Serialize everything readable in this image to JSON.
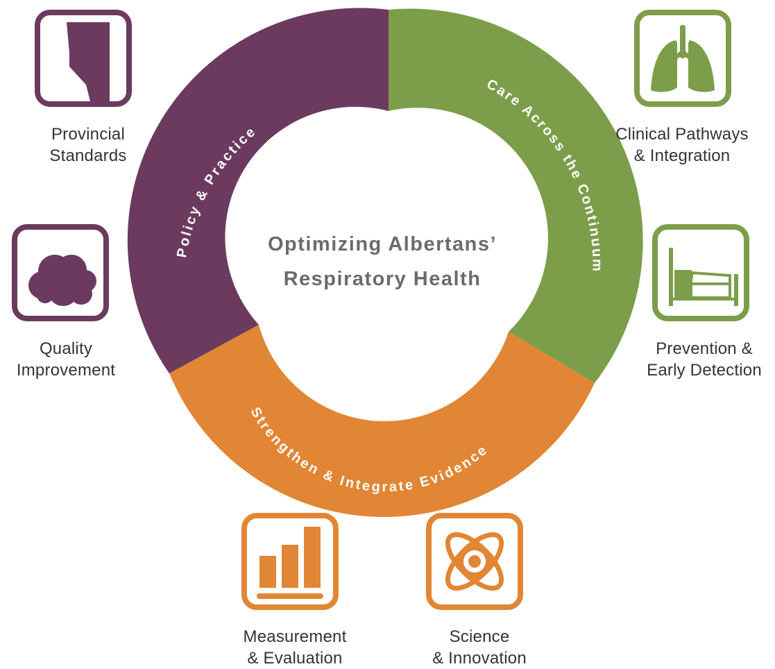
{
  "center": {
    "line1": "Optimizing Albertans’",
    "line2": "Respiratory Health"
  },
  "segments": [
    {
      "id": "policy",
      "label": "Policy & Practice",
      "color": "#6b3a5e"
    },
    {
      "id": "care",
      "label": "Care Across the Continuum",
      "color": "#7c9e4a"
    },
    {
      "id": "evidence",
      "label": "Strengthen & Integrate Evidence",
      "color": "#e18634"
    }
  ],
  "icons": [
    {
      "id": "provincial",
      "icon": "alberta-map-icon",
      "color": "#6b3a5e",
      "line1": "Provincial",
      "line2": "Standards"
    },
    {
      "id": "quality",
      "icon": "cloud-icon",
      "color": "#6b3a5e",
      "line1": "Quality",
      "line2": "Improvement"
    },
    {
      "id": "clinical",
      "icon": "lungs-icon",
      "color": "#7c9e4a",
      "line1": "Clinical Pathways",
      "line2": "& Integration"
    },
    {
      "id": "prevention",
      "icon": "hospital-bed-icon",
      "color": "#7c9e4a",
      "line1": "Prevention &",
      "line2": "Early Detection"
    },
    {
      "id": "measurement",
      "icon": "bar-chart-icon",
      "color": "#e18634",
      "line1": "Measurement",
      "line2": "& Evaluation"
    },
    {
      "id": "science",
      "icon": "atom-icon",
      "color": "#e18634",
      "line1": "Science",
      "line2": "& Innovation"
    }
  ],
  "colors": {
    "text": "#333333",
    "center_text": "#6b6b6b",
    "ring_text": "#ffffff"
  }
}
